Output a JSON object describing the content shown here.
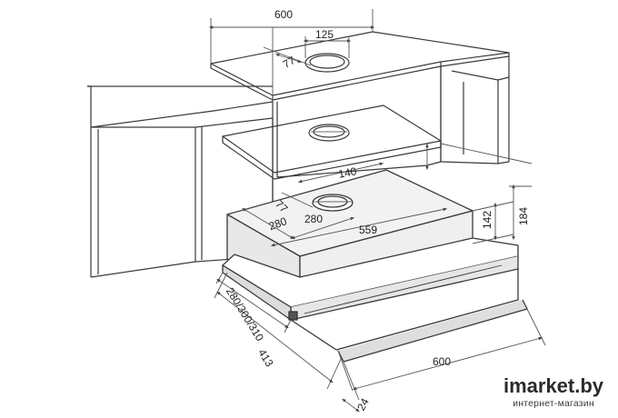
{
  "dimensions": {
    "cabinet_width_top": "600",
    "cutout_diameter": "125",
    "cutout_offset": "77",
    "outlet_depth_offset": "140",
    "hood_outlet_offset": "77",
    "hood_side_left": "280",
    "hood_side_right": "280",
    "hood_width": "559",
    "outlet_height": "142",
    "total_height": "184",
    "slide_depth_options": "280/300/310",
    "total_depth": "413",
    "front_width": "600",
    "front_thickness": "24"
  },
  "watermark": {
    "logo": "imarket.by",
    "subtitle": "интернет-магазин"
  },
  "colors": {
    "line": "#3a3a3a",
    "dim_line": "#555555",
    "hood_fill": "#f2f2f2",
    "front_panel": "#e6e6e6",
    "knob": "#555555"
  }
}
